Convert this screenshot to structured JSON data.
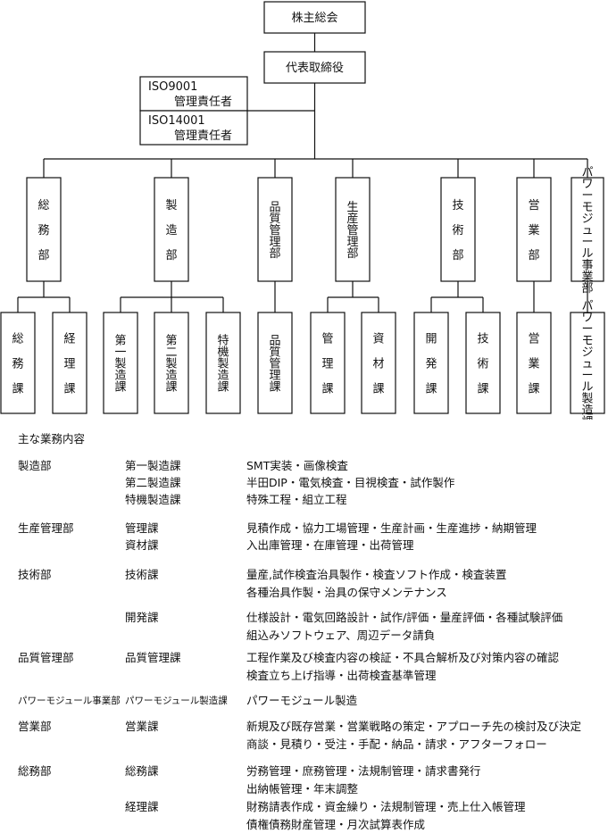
{
  "org": {
    "top": "株主総会",
    "ceo": "代表取締役",
    "iso9001_title": "ISO9001",
    "iso9001_role": "管理責任者",
    "iso14001_title": "ISO14001",
    "iso14001_role": "管理責任者",
    "departments": [
      {
        "label": "総務部",
        "sections": [
          "総務課",
          "経理課"
        ]
      },
      {
        "label": "製造部",
        "sections": [
          "第一製造課",
          "第二製造課",
          "特機製造課"
        ]
      },
      {
        "label": "品質管理部",
        "sections": [
          "品質管理課"
        ]
      },
      {
        "label": "生産管理部",
        "sections": [
          "管理課",
          "資材課"
        ]
      },
      {
        "label": "技術部",
        "sections": [
          "開発課",
          "技術課"
        ]
      },
      {
        "label": "営業部",
        "sections": [
          "営業課"
        ]
      },
      {
        "label": "パワーモジュール事業部",
        "sections": [
          "パワーモジュール製造課"
        ]
      }
    ]
  },
  "duties": {
    "heading": "主な業務内容",
    "rows": [
      {
        "dept": "製造部",
        "section": "第一製造課",
        "lines": [
          "SMT実装・画像検査"
        ]
      },
      {
        "dept": "",
        "section": "第二製造課",
        "lines": [
          "半田DIP・電気検査・目視検査・試作製作"
        ]
      },
      {
        "dept": "",
        "section": "特機製造課",
        "lines": [
          "特殊工程・組立工程"
        ]
      },
      {
        "dept": "生産管理部",
        "section": "管理課",
        "lines": [
          "見積作成・協力工場管理・生産計画・生産進捗・納期管理"
        ]
      },
      {
        "dept": "",
        "section": "資材課",
        "lines": [
          "入出庫管理・在庫管理・出荷管理"
        ]
      },
      {
        "dept": "技術部",
        "section": "技術課",
        "lines": [
          "量産,試作検査治具製作・検査ソフト作成・検査装置",
          "各種治具作製・治具の保守メンテナンス"
        ]
      },
      {
        "dept": "",
        "section": "開発課",
        "lines": [
          "仕様設計・電気回路設計・試作/評価・量産評価・各種試験評価",
          "組込みソフトウェア、周辺データ請負"
        ]
      },
      {
        "dept": "品質管理部",
        "section": "品質管理課",
        "lines": [
          "工程作業及び検査内容の検証・不具合解析及び対策内容の確認",
          "検査立ち上げ指導・出荷検査基準管理"
        ]
      },
      {
        "dept": "パワーモジュール事業部",
        "section": "パワーモジュール製造課",
        "lines": [
          "パワーモジュール製造"
        ]
      },
      {
        "dept": "営業部",
        "section": "営業課",
        "lines": [
          "新規及び既存営業・営業戦略の策定・アプローチ先の検討及び決定",
          "商談・見積り・受注・手配・納品・請求・アフターフォロー"
        ]
      },
      {
        "dept": "総務部",
        "section": "総務課",
        "lines": [
          "労務管理・庶務管理・法規制管理・請求書発行",
          "出納帳管理・年末調整"
        ]
      },
      {
        "dept": "",
        "section": "経理課",
        "lines": [
          "財務請表作成・資金繰り・法規制管理・売上仕入帳管理",
          "債権債務財産管理・月次試算表作成"
        ]
      }
    ]
  }
}
